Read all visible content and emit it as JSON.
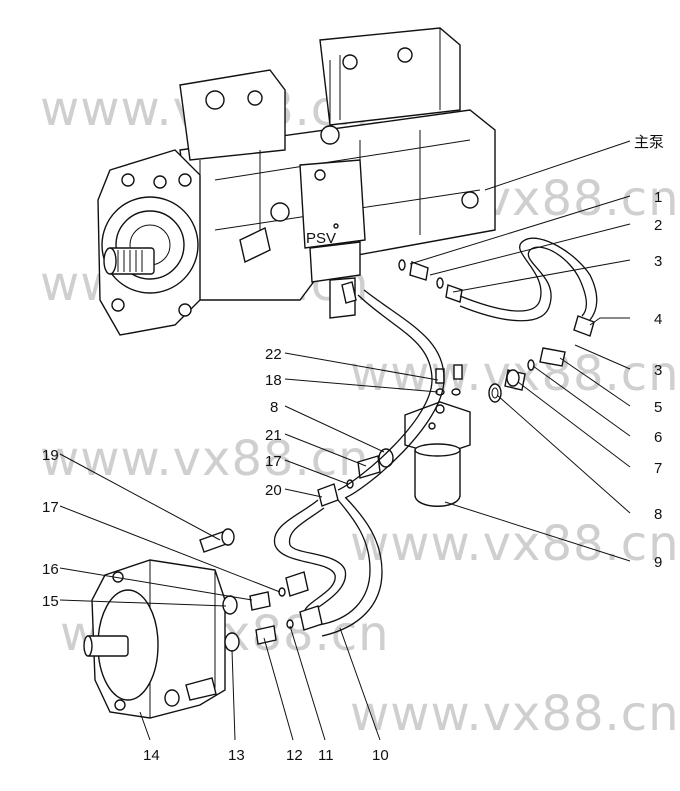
{
  "diagram": {
    "pump_label": "主泵",
    "psv_label": "PSV",
    "watermark": "www.vx88.cn",
    "callouts": {
      "c1": "1",
      "c2": "2",
      "c3a": "3",
      "c3b": "3",
      "c4": "4",
      "c5": "5",
      "c6": "6",
      "c7": "7",
      "c8a": "8",
      "c8b": "8",
      "c9": "9",
      "c10": "10",
      "c11": "11",
      "c12": "12",
      "c13": "13",
      "c14": "14",
      "c15": "15",
      "c16": "16",
      "c17a": "17",
      "c17b": "17",
      "c18": "18",
      "c19": "19",
      "c20": "20",
      "c21": "21",
      "c22": "22"
    }
  }
}
